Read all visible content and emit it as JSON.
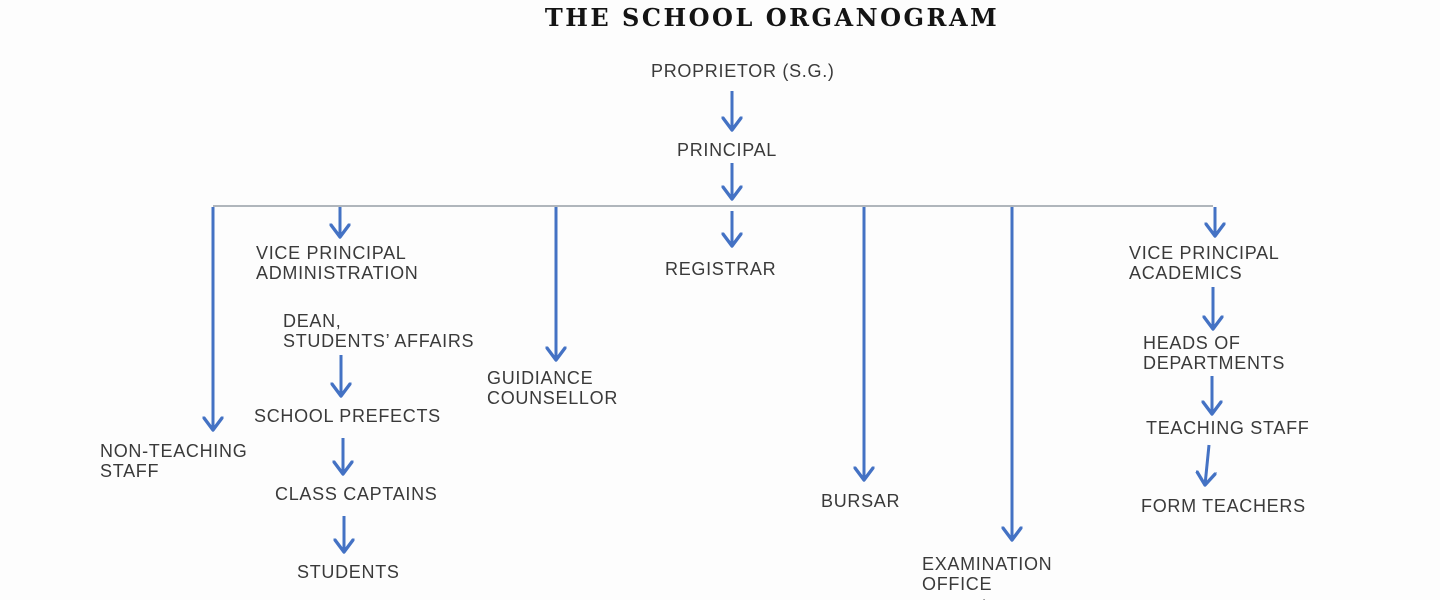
{
  "title": "THE SCHOOL ORGANOGRAM",
  "nodes": {
    "proprietor": "PROPRIETOR  (S.G.)",
    "principal": "PRINCIPAL",
    "registrar": "REGISTRAR",
    "vice_principal_administration": "VICE PRINCIPAL\nADMINISTRATION",
    "dean_students_affairs": "DEAN,\nSTUDENTS’ AFFAIRS",
    "guidance_counsellor": "GUIDIANCE\nCOUNSELLOR",
    "school_prefects": "SCHOOL PREFECTS",
    "non_teaching_staff": "NON-TEACHING\nSTAFF",
    "class_captains": "CLASS CAPTAINS",
    "students": "STUDENTS",
    "bursar": "BURSAR",
    "examination_office": "EXAMINATION\nOFFICE",
    "vice_principal_academics": "VICE PRINCIPAL\nACADEMICS",
    "heads_of_departments": "HEADS OF\nDEPARTMENTS",
    "teaching_staff": "TEACHING STAFF",
    "form_teachers": "FORM TEACHERS"
  },
  "stray_mark": ".",
  "colors": {
    "arrow": "#4472C4",
    "bus_line": "#B0B6BC",
    "label_text": "#3A3A3A",
    "title_text": "#141414",
    "background": "#FDFDFD"
  },
  "edges": [
    {
      "from": "proprietor",
      "to": "principal"
    },
    {
      "from": "principal",
      "to": "registrar"
    },
    {
      "from": "principal",
      "to": "non_teaching_staff"
    },
    {
      "from": "principal",
      "to": "vice_principal_administration"
    },
    {
      "from": "principal",
      "to": "guidance_counsellor"
    },
    {
      "from": "principal",
      "to": "bursar"
    },
    {
      "from": "principal",
      "to": "examination_office"
    },
    {
      "from": "principal",
      "to": "vice_principal_academics"
    },
    {
      "from": "dean_students_affairs",
      "to": "school_prefects"
    },
    {
      "from": "school_prefects",
      "to": "class_captains"
    },
    {
      "from": "class_captains",
      "to": "students"
    },
    {
      "from": "vice_principal_academics",
      "to": "heads_of_departments"
    },
    {
      "from": "heads_of_departments",
      "to": "teaching_staff"
    },
    {
      "from": "teaching_staff",
      "to": "form_teachers"
    }
  ]
}
